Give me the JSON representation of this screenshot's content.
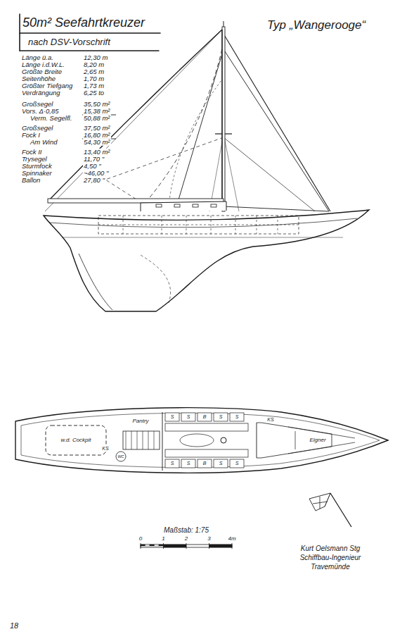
{
  "diagram": {
    "title": "50m² Seefahrtkreuzer",
    "labels": [
      "nach DSV-Vorschrift",
      "Typ „Wangerooge“",
      "Länge ü.a.",
      "12,30 m",
      "Länge i.d.W.L.",
      "8,20 m",
      "Größte Breite",
      "2,65 m",
      "Seitenhöhe",
      "1,70 m",
      "Größter Tiefgang",
      "1,73 m",
      "Verdrängung",
      "6,25 to",
      "Großsegel",
      "35,50 m²",
      "Vors. Δ·0,85",
      "15,38 m²",
      "Verm. Segelfl.",
      "50,88 m²",
      "Großsegel",
      "37,50 m²",
      "Fock I",
      "16,80 m²",
      "Am Wind",
      "54,30 m²",
      "Fock II",
      "13,40 m²",
      "Trysegel",
      "11,70 \"",
      "Sturmfock",
      "4,50 \"",
      "Spinnaker",
      "~46,00 \"",
      "Ballon",
      "27,80 \"",
      "S",
      "S",
      "B",
      "S",
      "S",
      "S",
      "S",
      "B",
      "S",
      "S",
      "Pantry",
      "w.d. Cockpit",
      "WC",
      "KS",
      "KS",
      "Eigner",
      "Maßstab: 1:75",
      "0",
      "1",
      "2",
      "3",
      "4m",
      "Kurt Oelsmann Stg",
      "Schiffbau-Ingenieur",
      "Travemünde",
      "18"
    ]
  }
}
